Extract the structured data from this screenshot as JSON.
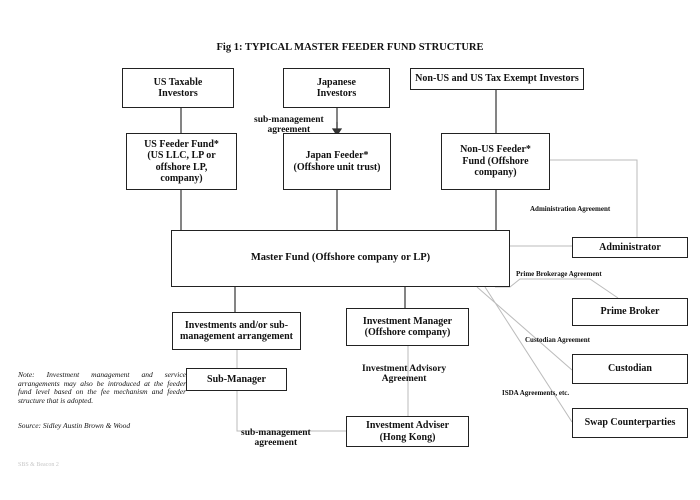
{
  "title": "Fig 1: TYPICAL MASTER FEEDER FUND STRUCTURE",
  "boxes": {
    "us_taxable": "US Taxable\nInvestors",
    "japanese": "Japanese\nInvestors",
    "nonus": "Non-US and US Tax Exempt Investors",
    "us_feeder": "US Feeder Fund*\n(US LLC, LP or\noffshore LP,\ncompany)",
    "japan_feeder": "Japan Feeder*\n(Offshore unit trust)",
    "nonus_feeder": "Non-US Feeder*\nFund (Offshore\ncompany)",
    "master": "Master Fund (Offshore company or LP)",
    "administrator": "Administrator",
    "prime_broker": "Prime Broker",
    "custodian": "Custodian",
    "swap": "Swap Counterparties",
    "investments": "Investments and/or sub-\nmanagement arrangement",
    "sub_manager": "Sub-Manager",
    "inv_manager": "Investment Manager\n(Offshore company)",
    "inv_adviser": "Investment Adviser\n(Hong Kong)"
  },
  "labels": {
    "sub_mgmt_top": "sub-management\nagreement",
    "admin_agreement": "Administration Agreement",
    "prime_agreement": "Prime Brokerage Agreement",
    "custodian_agreement": "Custodian Agreement",
    "isda": "ISDA Agreements, etc.",
    "advisory": "Investment Advisory\nAgreement",
    "sub_mgmt_bottom": "sub-management\nagreement"
  },
  "note": "Note: Investment management and service arrangements may also be introduced at the feeder fund level based on the fee mechanism and feeder structure that is adopted.",
  "source": "Source: Sidley Austin Brown & Wood",
  "footer": "SBS & Beacon 2"
}
